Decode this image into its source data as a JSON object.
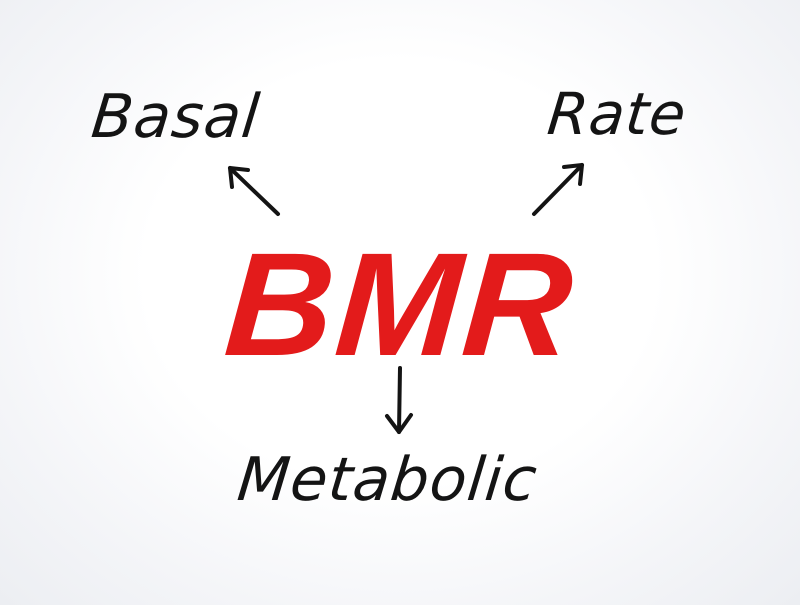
{
  "center": {
    "acronym": "BMR"
  },
  "terms": {
    "basal": "Basal",
    "rate": "Rate",
    "metabolic": "Metabolic"
  },
  "colors": {
    "acronym": "#e31b1b",
    "terms": "#141414",
    "background": "#ffffff"
  }
}
